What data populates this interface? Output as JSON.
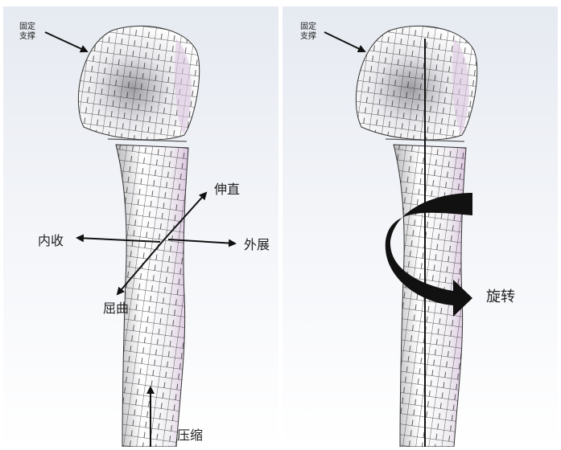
{
  "panels": {
    "left": {
      "fixed_support": [
        "固定",
        "支撑"
      ],
      "labels": {
        "extension": "伸直",
        "adduction": "内收",
        "abduction": "外展",
        "flexion": "屈曲",
        "compression": "压缩"
      }
    },
    "right": {
      "fixed_support": [
        "固定",
        "支撑"
      ],
      "labels": {
        "rotation": "旋转"
      }
    }
  },
  "icons": [
    "mesh-bone-model",
    "arrow",
    "curved-rotation-arrow"
  ],
  "colors": {
    "background_top": "#e6eaf1",
    "mesh_line": "#222222",
    "bone_surface": "#f4f4f6",
    "bone_shade": "#b9b9bd",
    "bone_tint": "#dcc6e0",
    "arrow": "#111111"
  }
}
